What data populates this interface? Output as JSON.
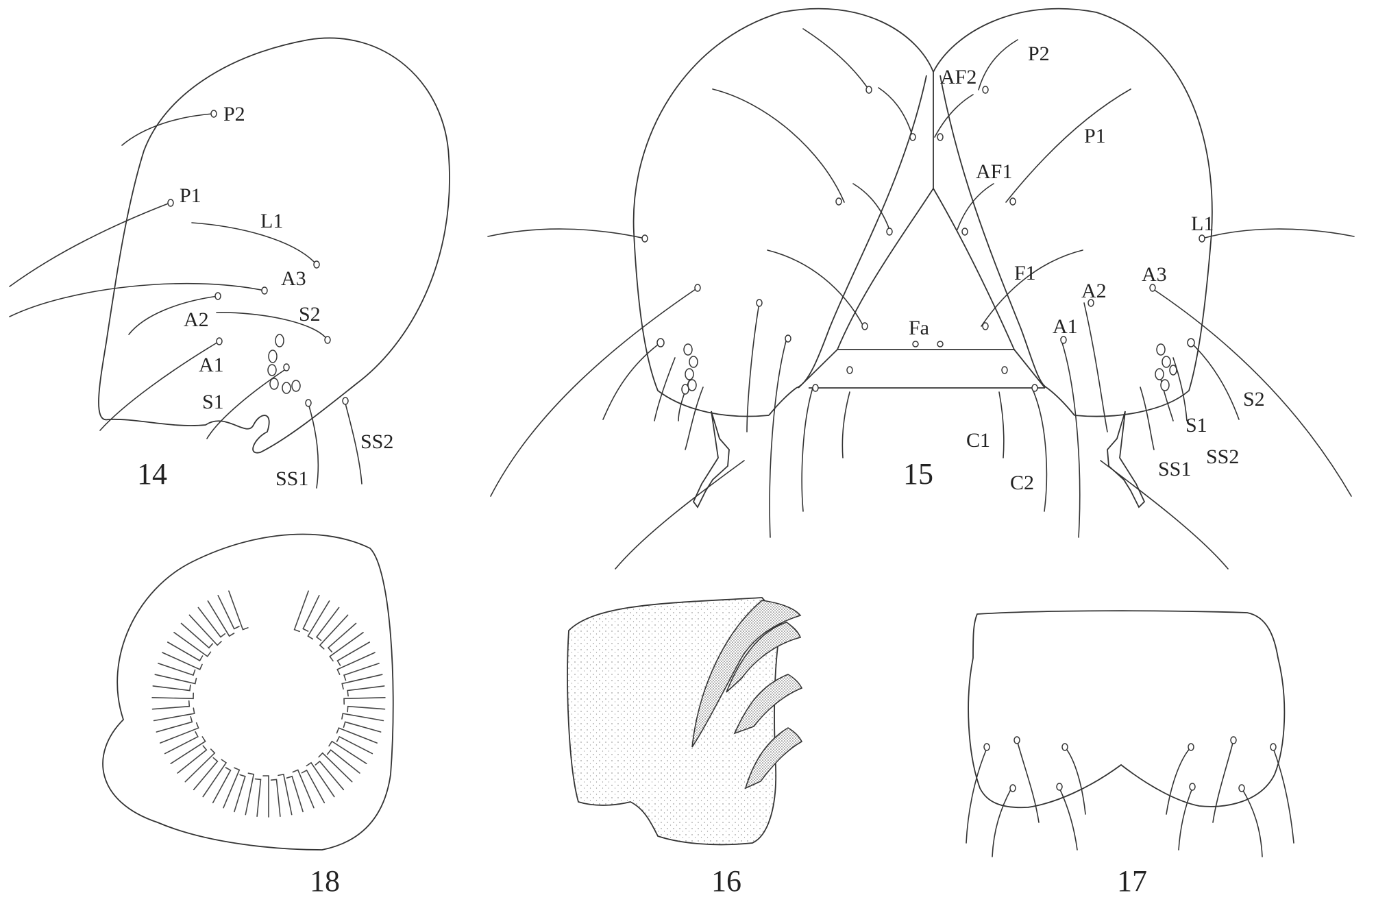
{
  "figures": [
    {
      "number": "14",
      "labels": [
        "P2",
        "P1",
        "L1",
        "A3",
        "A2",
        "S2",
        "A1",
        "S1",
        "SS2",
        "SS1"
      ]
    },
    {
      "number": "15",
      "labels": [
        "AF2",
        "P2",
        "P1",
        "AF1",
        "L1",
        "F1",
        "A3",
        "A2",
        "A1",
        "Fa",
        "C1",
        "C2",
        "S2",
        "S1",
        "SS2",
        "SS1"
      ]
    },
    {
      "number": "18",
      "labels": []
    },
    {
      "number": "16",
      "labels": []
    },
    {
      "number": "17",
      "labels": []
    }
  ]
}
